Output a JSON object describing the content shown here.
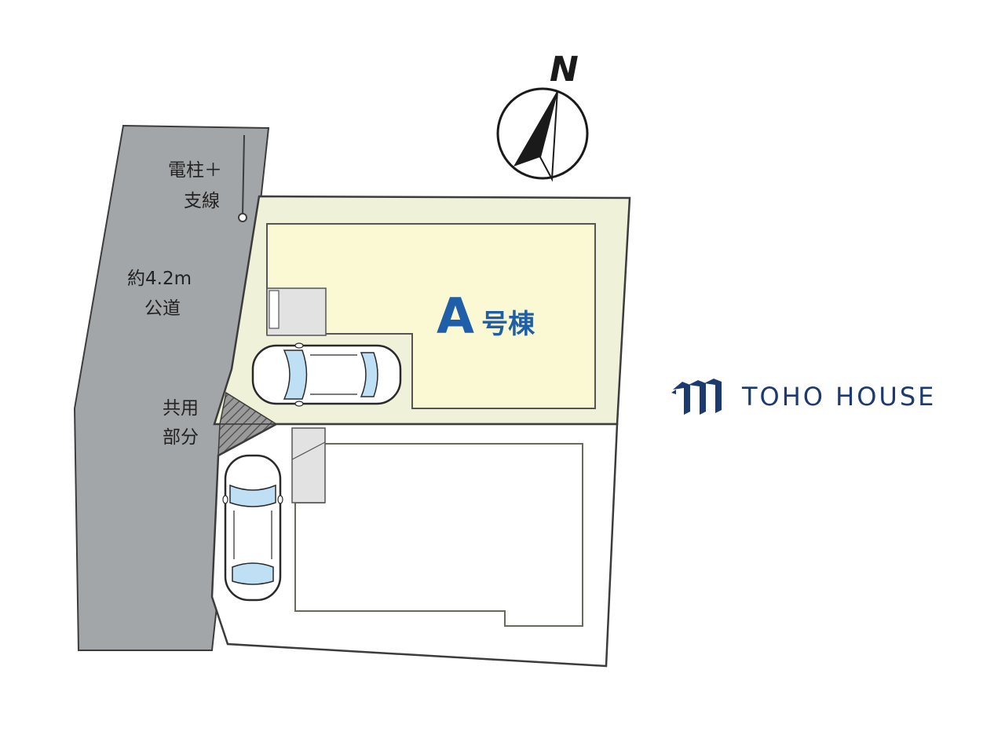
{
  "north": {
    "letter": "N"
  },
  "road": {
    "width_label": "約4.2m",
    "type_label": "公道"
  },
  "utility_pole": {
    "line1": "電柱＋",
    "line2": "支線"
  },
  "shared_area": {
    "line1": "共用",
    "line2": "部分"
  },
  "house_a": {
    "letter": "A",
    "suffix": "号棟"
  },
  "brand": {
    "name": "TOHO HOUSE"
  },
  "colors": {
    "road": "#a3a6a9",
    "lot_a": "#eff1d9",
    "house_a": "#fbf8d4",
    "lot_b": "#ffffff",
    "outline": "#3c3c3c",
    "house_label": "#1f5fa9",
    "brand": "#1b3a70",
    "car_glass": "#bfe0f4"
  }
}
